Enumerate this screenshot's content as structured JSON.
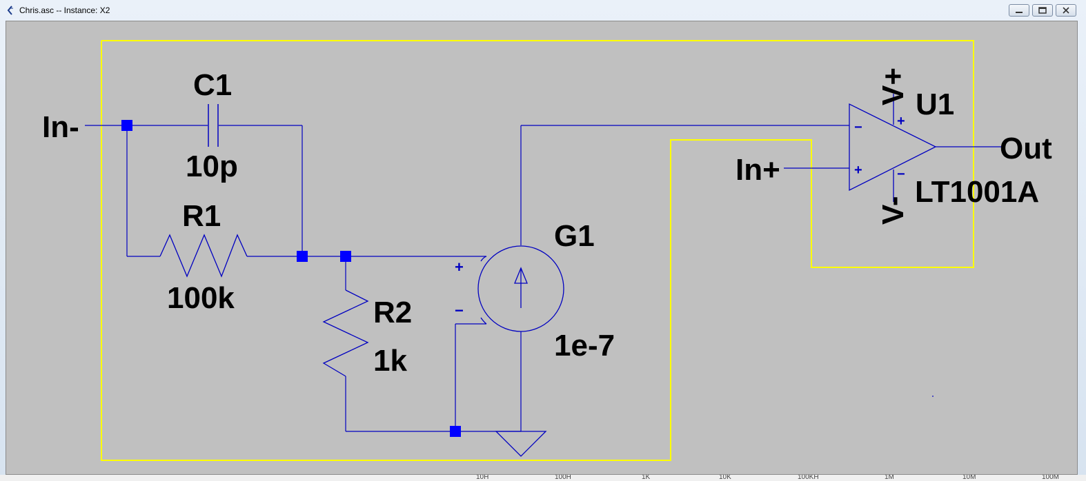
{
  "window": {
    "title": "Chris.asc -- Instance: X2",
    "controls": [
      "minimize",
      "maximize",
      "close"
    ],
    "app_icon": "ltspice-icon"
  },
  "schematic": {
    "components": {
      "c1": {
        "ref": "C1",
        "value": "10p"
      },
      "r1": {
        "ref": "R1",
        "value": "100k"
      },
      "r2": {
        "ref": "R2",
        "value": "1k"
      },
      "g1": {
        "ref": "G1",
        "value": "1e-7"
      },
      "u1": {
        "ref": "U1",
        "value": "LT1001A"
      }
    },
    "ports": {
      "in_minus": "In-",
      "in_plus": "In+",
      "out": "Out"
    },
    "supplies": {
      "v_plus": "V+",
      "v_minus": "V-"
    },
    "pin_signs": {
      "plus": "+",
      "minus": "−"
    },
    "colors": {
      "background": "#c0c0c0",
      "wire": "#0000c0",
      "junction": "#0000ff",
      "border_box": "#ffff00",
      "component": "#0000a0",
      "text": "#000000"
    }
  },
  "ruler": {
    "labels": [
      "10H",
      "100H",
      "1K",
      "10K",
      "100KH",
      "1M",
      "10M",
      "100M"
    ]
  }
}
